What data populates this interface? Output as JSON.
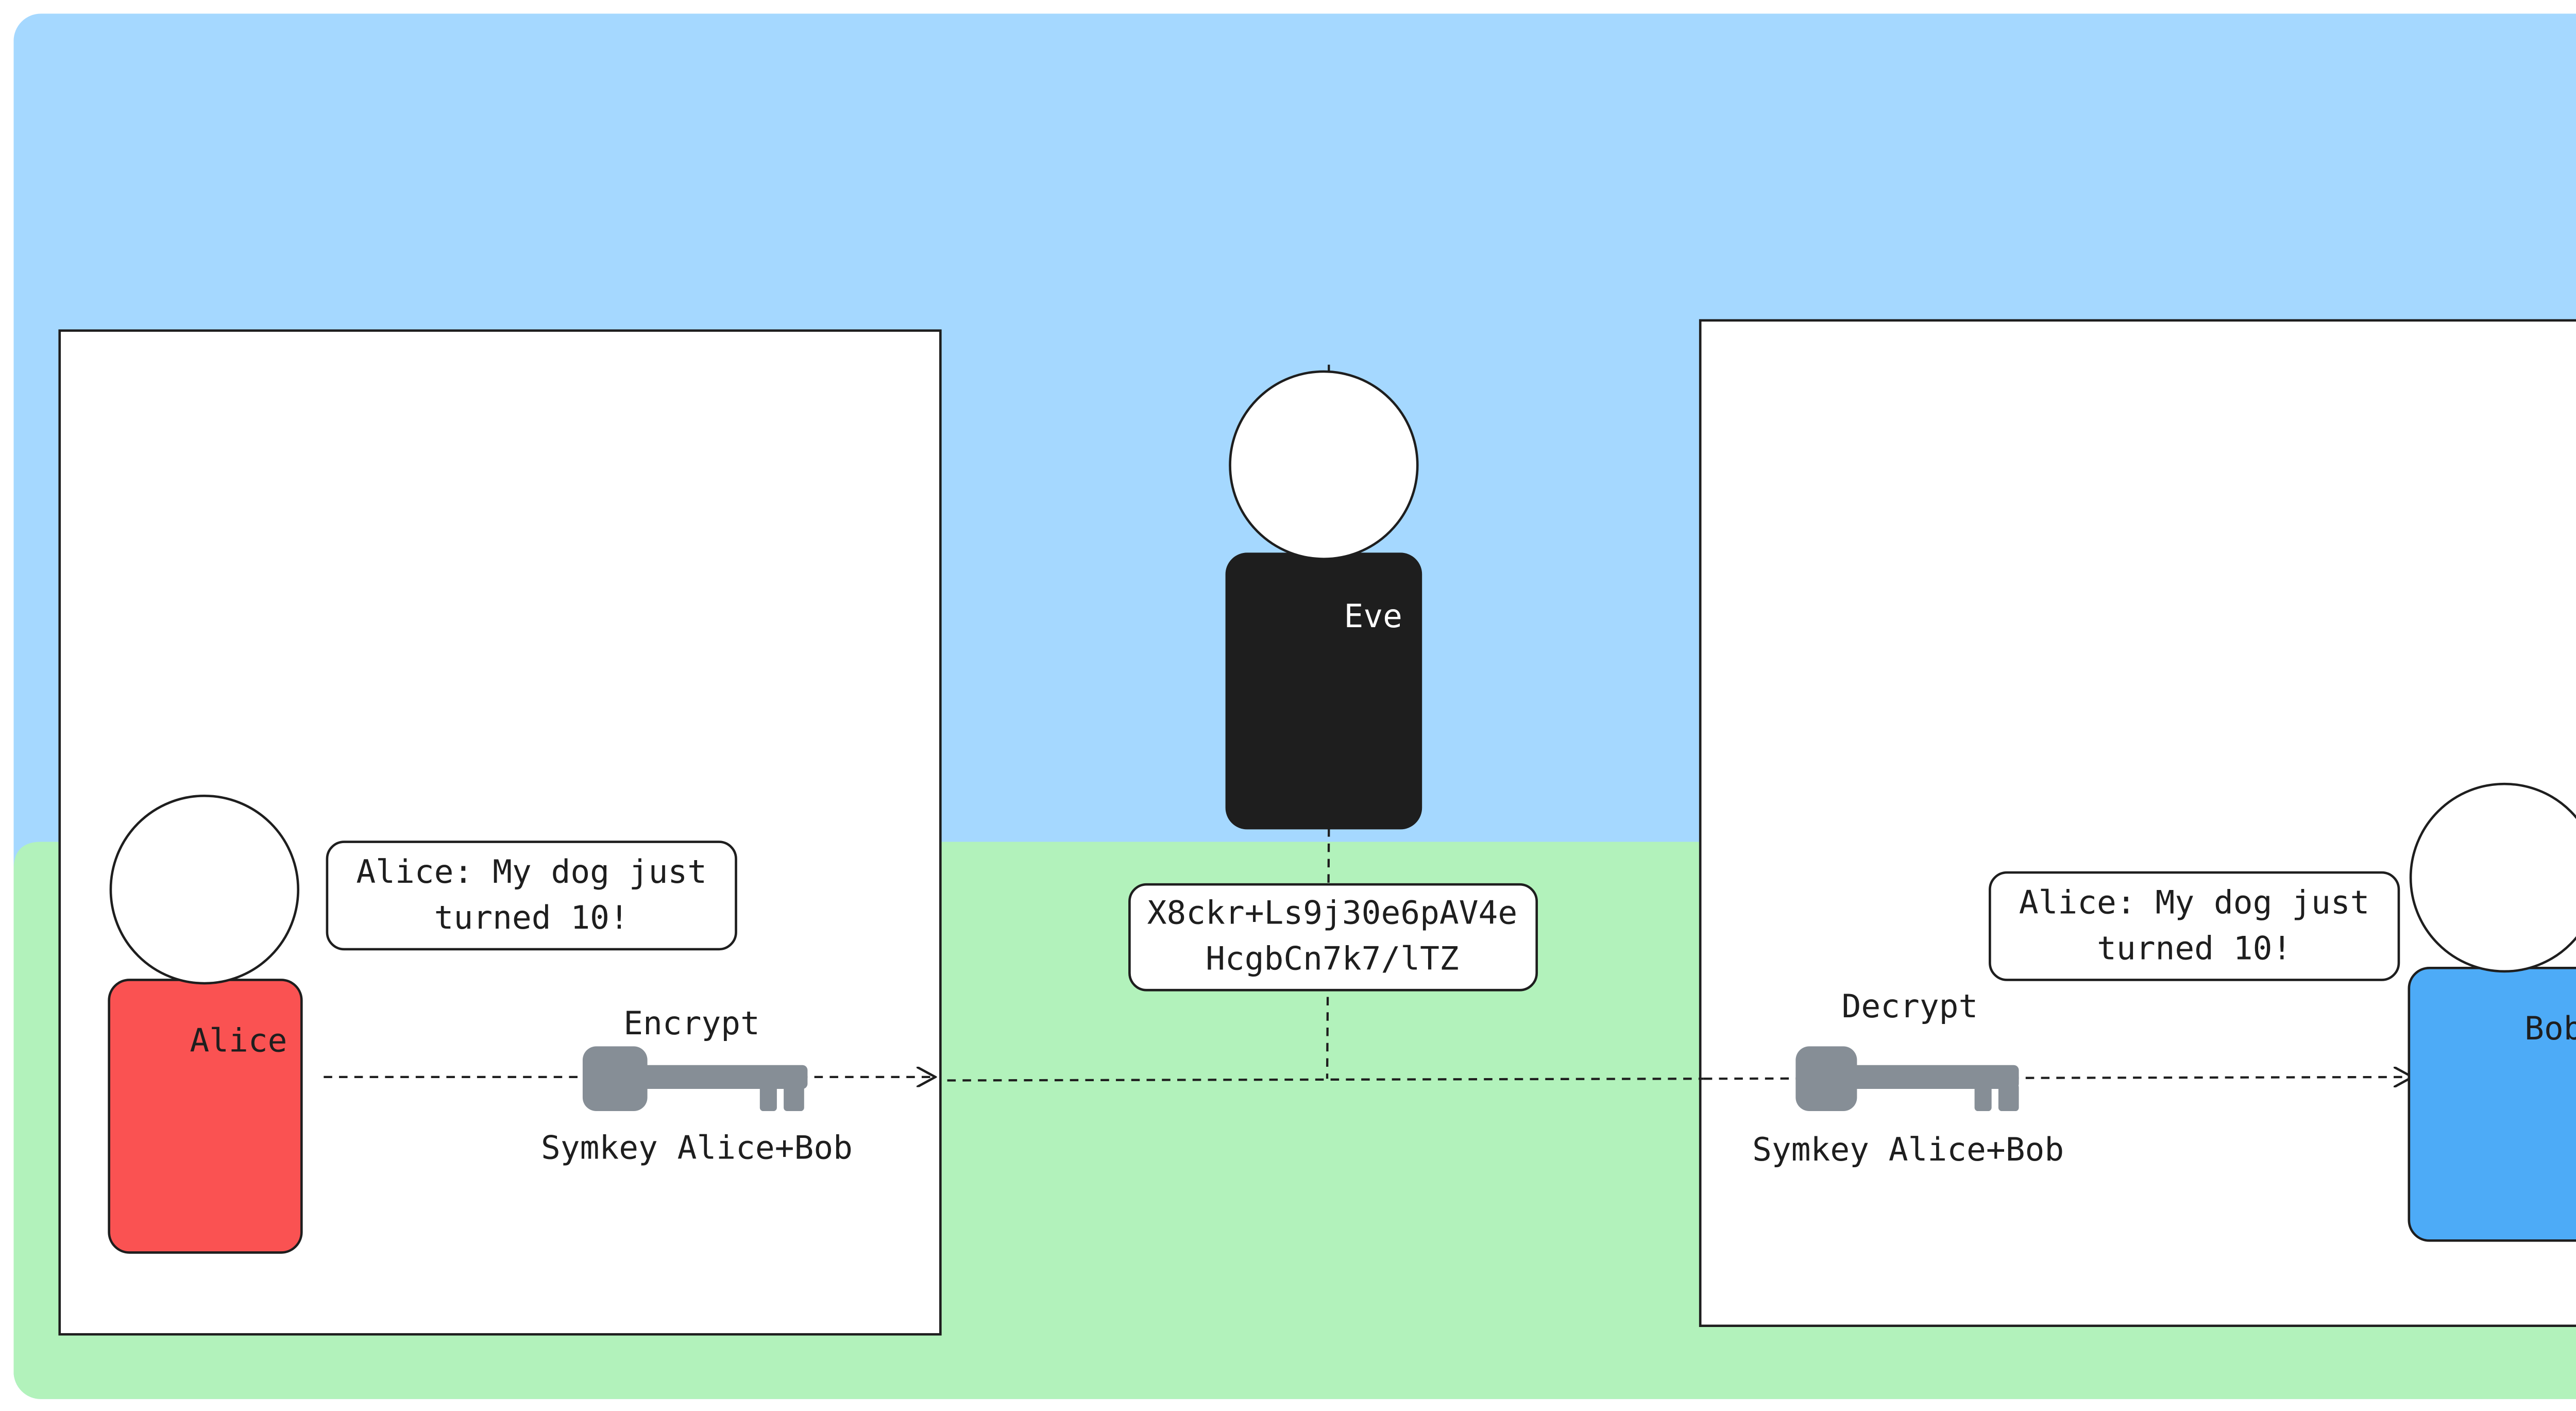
{
  "colors": {
    "background_top": "#a5d8ff",
    "background_bottom": "#b2f2bb",
    "panel": "#ffffff",
    "stroke": "#1e1e1e",
    "alice_body": "#fa5252",
    "bob_body": "#4dabf7",
    "eve_body": "#1e1e1e",
    "key": "#868e96"
  },
  "actors": {
    "alice": {
      "name": "Alice",
      "icon": "person-icon"
    },
    "eve": {
      "name": "Eve",
      "icon": "person-icon"
    },
    "bob": {
      "name": "Bob",
      "icon": "person-icon"
    }
  },
  "messages": {
    "alice_plaintext": [
      "Alice: My dog just",
      "turned 10!"
    ],
    "bob_plaintext": [
      "Alice: My dog just",
      "turned 10!"
    ],
    "ciphertext": [
      "X8ckr+Ls9j30e6pAV4e",
      "HcgbCn7k7/lTZ"
    ]
  },
  "keys": {
    "encrypt": {
      "action": "Encrypt",
      "label": "Symkey Alice+Bob",
      "icon": "key-icon"
    },
    "decrypt": {
      "action": "Decrypt",
      "label": "Symkey Alice+Bob",
      "icon": "key-icon"
    }
  }
}
